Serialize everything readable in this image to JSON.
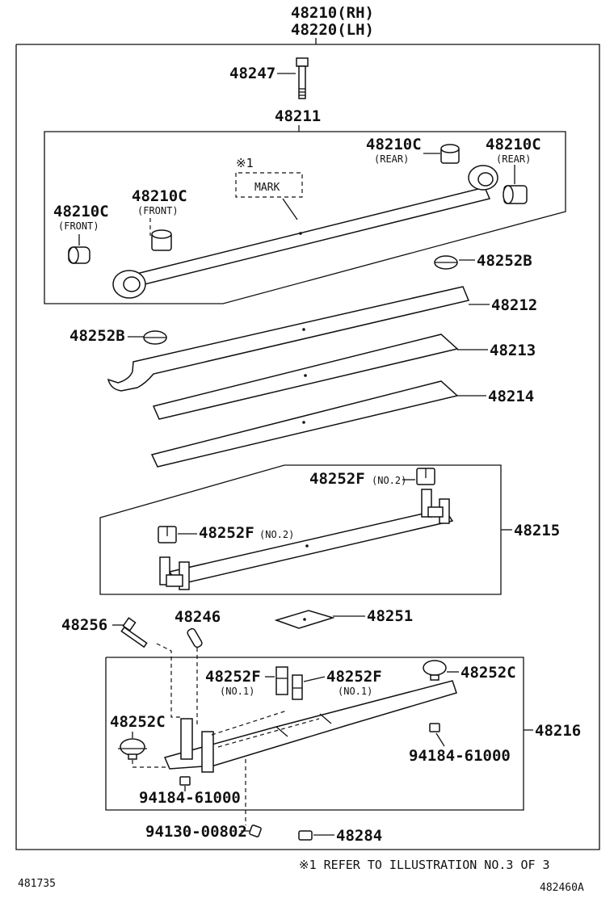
{
  "diagram_code": "482460A",
  "catalog_code": "481735",
  "assembly": {
    "rh": "48210(RH)",
    "lh": "48220(LH)"
  },
  "footnote": "※1 REFER TO ILLUSTRATION NO.3 OF 3",
  "mark": {
    "ref": "※1",
    "label": "MARK"
  },
  "parts": {
    "bolt": "48247",
    "leaf_no1": "48211",
    "bush_rear_a": {
      "number": "48210C",
      "note": "(REAR)"
    },
    "bush_rear_b": {
      "number": "48210C",
      "note": "(REAR)"
    },
    "bush_front_a": {
      "number": "48210C",
      "note": "(FRONT)"
    },
    "bush_front_b": {
      "number": "48210C",
      "note": "(FRONT)"
    },
    "insert_b_right": "48252B",
    "insert_b_left": "48252B",
    "leaf_no2": "48212",
    "leaf_no3": "48213",
    "leaf_no4": "48214",
    "leaf_no5": "48215",
    "clip_no2_top": {
      "number": "48252F",
      "note": "(NO.2)"
    },
    "clip_no2_left": {
      "number": "48252F",
      "note": "(NO.2)"
    },
    "center_bolt": "48256",
    "pin": "48246",
    "spacer": "48251",
    "clip_no1_left": {
      "number": "48252F",
      "note": "(NO.1)"
    },
    "clip_no1_right": {
      "number": "48252F",
      "note": "(NO.1)"
    },
    "insert_c_right": "48252C",
    "insert_c_left": "48252C",
    "leaf_no6": "48216",
    "nut_right": "94184-61000",
    "nut_left": "94184-61000",
    "nut_center": "94130-00802",
    "bumper": "48284"
  }
}
